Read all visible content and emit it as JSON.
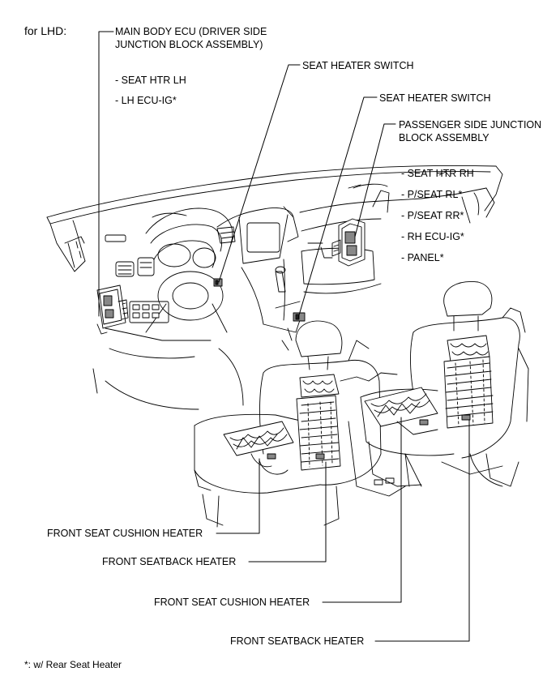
{
  "variant_label": "for LHD:",
  "main_body_ecu": {
    "title_line1": "MAIN BODY ECU (DRIVER SIDE",
    "title_line2": "JUNCTION BLOCK ASSEMBLY)",
    "fuses": [
      "- SEAT HTR LH",
      "- LH ECU-IG*"
    ]
  },
  "seat_heater_switch_1": "SEAT HEATER SWITCH",
  "seat_heater_switch_2": "SEAT HEATER SWITCH",
  "passenger_jb": {
    "title_line1": "PASSENGER SIDE JUNCTION",
    "title_line2": "BLOCK ASSEMBLY",
    "fuses": [
      "- SEAT HTR RH",
      "- P/SEAT RL*",
      "- P/SEAT RR*",
      "- RH ECU-IG*",
      "- PANEL*"
    ]
  },
  "bottom_labels": {
    "cushion_heater_1": "FRONT SEAT CUSHION HEATER",
    "seatback_heater_1": "FRONT SEATBACK HEATER",
    "cushion_heater_2": "FRONT SEAT CUSHION HEATER",
    "seatback_heater_2": "FRONT SEATBACK HEATER"
  },
  "footnote": "*: w/ Rear Seat Heater"
}
